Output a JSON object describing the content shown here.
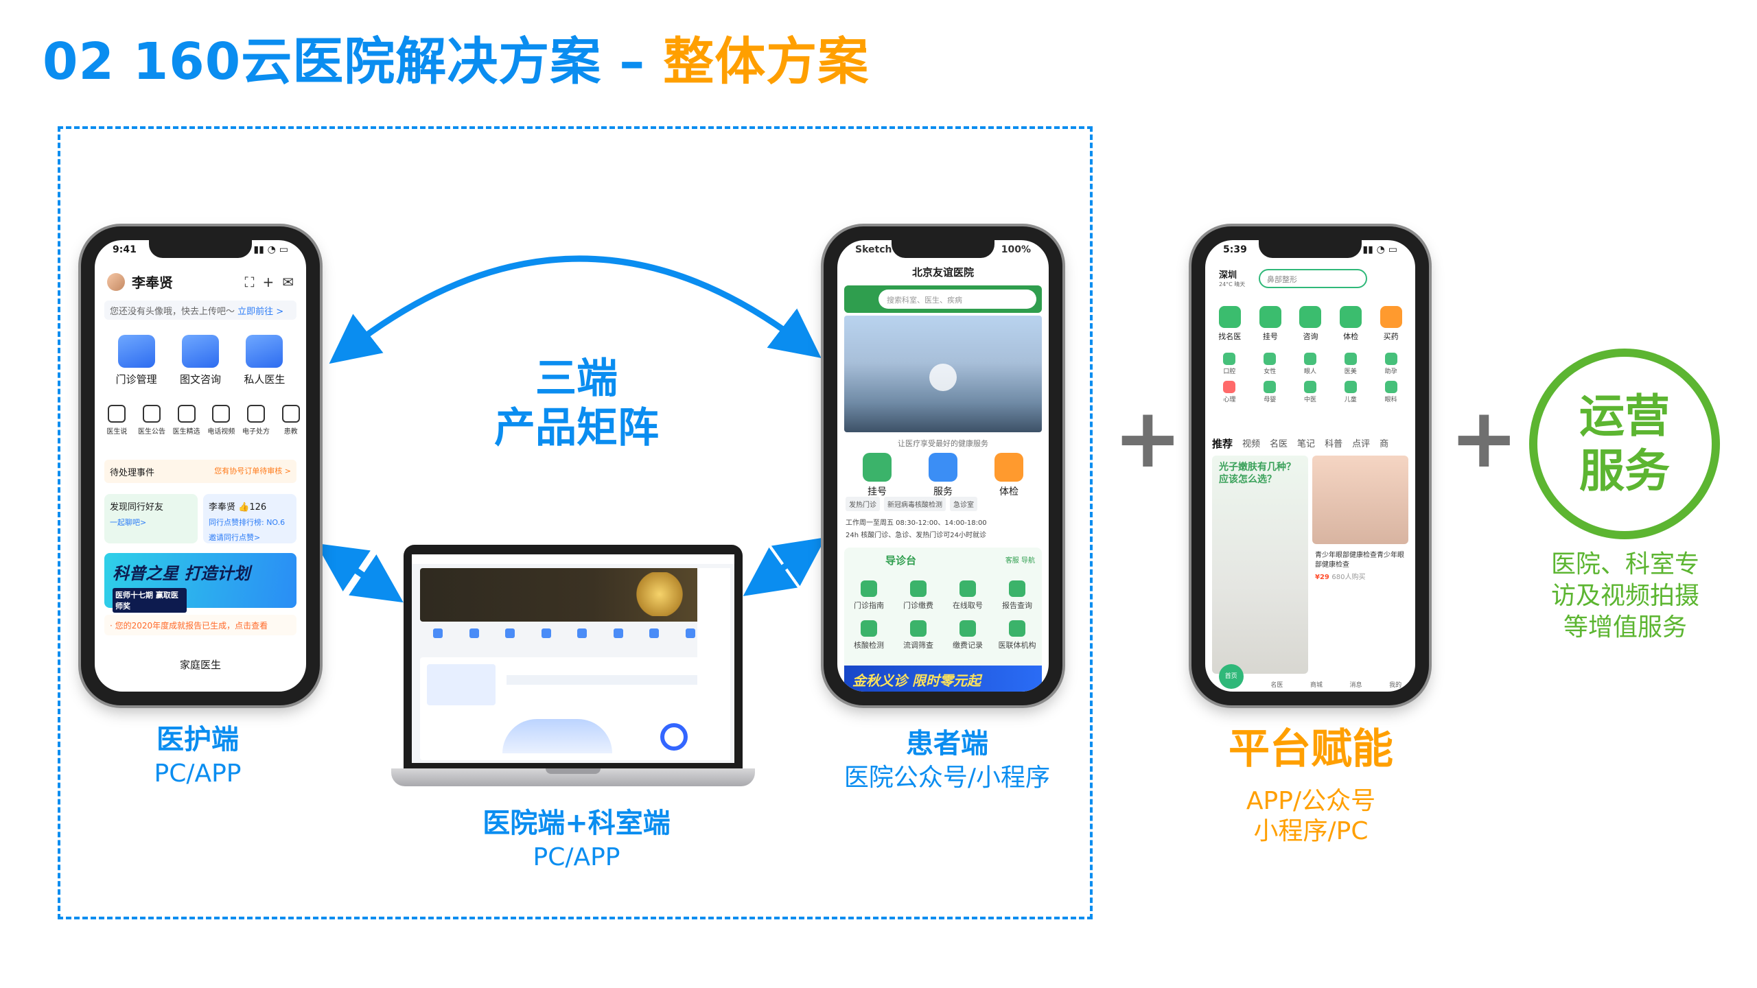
{
  "title": {
    "prefix": "02 160云医院解决方案",
    "dash": "–",
    "suffix": "整体方案"
  },
  "center": {
    "line1": "三端",
    "line2": "产品矩阵"
  },
  "nurse": {
    "label": "医护端",
    "sub": "PC/APP",
    "screen": {
      "time": "9:41",
      "name": "李奉贤",
      "tip": "您还没有头像哦，快去上传吧～",
      "tip_link": "立即前往 >",
      "grid": [
        "门诊管理",
        "图文咨询",
        "私人医生"
      ],
      "row": [
        "医生说",
        "医生公告",
        "医生精选",
        "电话视频",
        "电子处方",
        "患教"
      ],
      "todo": "待处理事件",
      "todo_note": "您有协号订单待审核 >",
      "card1_title": "发现同行好友",
      "card1_btn": "一起聊吧>",
      "card2_title": "李奉贤 👍126",
      "card2_rank": "同行点赞排行榜: NO.6",
      "card2_btn": "邀请同行点赞>",
      "banner_title": "科普之星 打造计划",
      "banner_tag": "医师十七期 赢取医师奖",
      "notice": "· 您的2020年度成就报告已生成，点击查看",
      "family": "家庭医生"
    }
  },
  "hospital": {
    "label": "医院端+科室端",
    "sub": "PC/APP"
  },
  "patient": {
    "label": "患者端",
    "sub": "医院公众号/小程序",
    "screen": {
      "status_left": "Sketch",
      "status_right": "100%",
      "title": "北京友谊医院",
      "search": "搜索科室、医生、疾病",
      "slogan": "让医疗享受最好的健康服务",
      "tri": [
        "挂号",
        "服务",
        "体检"
      ],
      "tags": [
        "发热门诊",
        "新冠病毒核酸检测",
        "急诊室"
      ],
      "hours1": "工作周一至周五 08:30-12:00、14:00-18:00",
      "hours2": "24h 核酸门诊、急诊、发热门诊可24小时就诊",
      "guide_title": "导诊台",
      "guide_side": "客服  导航",
      "guide_items": [
        "门诊指南",
        "门诊缴费",
        "在线取号",
        "报告查询",
        "核酸检测",
        "流调筛查",
        "缴费记录",
        "医联体机构"
      ],
      "banner": "金秋义诊 限时零元起"
    }
  },
  "platform": {
    "label": "平台赋能",
    "sub1": "APP/公众号",
    "sub2": "小程序/PC",
    "screen": {
      "time": "5:39",
      "city": "深圳",
      "weather": "24°C 晴天",
      "search": "鼻部整形",
      "icons": [
        "找名医",
        "挂号",
        "咨询",
        "体检",
        "买药"
      ],
      "minis": [
        "口腔",
        "女性",
        "眼人",
        "医美",
        "助孕",
        "心理",
        "母婴",
        "中医",
        "儿童",
        "眼科"
      ],
      "tabs": [
        "推荐",
        "视频",
        "名医",
        "笔记",
        "科普",
        "点评",
        "商"
      ],
      "q1": "光子嫩肤有几种？应该怎么选？",
      "f3": "青少年眼部健康检查青少年眼部健康检查",
      "price": "¥29",
      "sold": "680人购买",
      "tabbar": [
        "首页",
        "名医",
        "商城",
        "消息",
        "我的"
      ]
    }
  },
  "operation": {
    "circle1": "运营",
    "circle2": "服务",
    "desc1": "医院、科室专",
    "desc2": "访及视频拍摄",
    "desc3": "等增值服务"
  },
  "plus": "+",
  "colors": {
    "blue": "#0a8df0",
    "orange": "#ff9f00",
    "green": "#5cb531",
    "gray": "#707070"
  }
}
